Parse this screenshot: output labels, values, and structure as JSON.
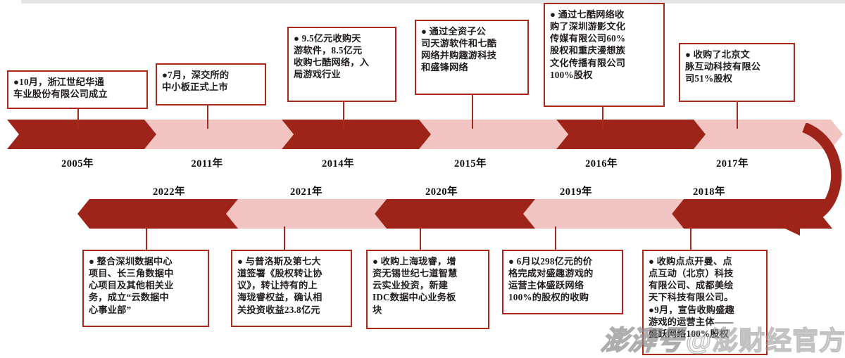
{
  "figure": {
    "type": "timeline",
    "title": "",
    "colors": {
      "dark_red": "#9E2318",
      "light_pink": "#F2C4C2",
      "box_border": "#A92A1C",
      "text": "#201c1c",
      "background": "#ffffff"
    }
  },
  "top_row": {
    "direction": "left-to-right",
    "segments": [
      {
        "year": "2005年",
        "shade": "dark"
      },
      {
        "year": "2011年",
        "shade": "light"
      },
      {
        "year": "2014年",
        "shade": "dark"
      },
      {
        "year": "2015年",
        "shade": "light"
      },
      {
        "year": "2016年",
        "shade": "dark"
      },
      {
        "year": "2017年",
        "shade": "light"
      }
    ],
    "events": [
      {
        "year": "2005年",
        "lines": [
          "●10月，浙江世纪华通",
          "车业股份有限公司成立"
        ]
      },
      {
        "year": "2011年",
        "lines": [
          "●7月，深交所的",
          "中小板正式上市"
        ]
      },
      {
        "year": "2014年",
        "lines": [
          "● 9.5亿元收购天",
          "游软件，8.5亿元",
          "收购七酷网络，入",
          "局游戏行业"
        ]
      },
      {
        "year": "2015年",
        "lines": [
          "● 通过全资子公",
          "司天游软件和七酷",
          "网络并购趣游科技",
          "和盛锋网络"
        ]
      },
      {
        "year": "2016年",
        "lines": [
          "● 通过七酷网络收",
          "购了深圳游影文化",
          "传媒有限公司60%",
          "股权和重庆漫想族",
          "文化传播有限公司",
          "100%股权"
        ]
      },
      {
        "year": "2017年",
        "lines": [
          "● 收购了北京文",
          "脉互动科技有限公",
          "司51%股权"
        ]
      }
    ]
  },
  "bottom_row": {
    "direction": "right-to-left",
    "segments": [
      {
        "year": "2022年",
        "shade": "dark"
      },
      {
        "year": "2021年",
        "shade": "light"
      },
      {
        "year": "2020年",
        "shade": "dark"
      },
      {
        "year": "2019年",
        "shade": "light"
      },
      {
        "year": "2018年",
        "shade": "dark"
      }
    ],
    "events": [
      {
        "year": "2022年",
        "lines": [
          "● 整合深圳数据中心",
          "项目、长三角数据中",
          "心项目及其他相关业",
          "务，成立“云数据中",
          "心事业部”"
        ]
      },
      {
        "year": "2021年",
        "lines": [
          "● 与普洛斯及第七大",
          "道签署《股权转让协",
          "议》，转让持有的上",
          "海珑睿权益，确认相",
          "关投资收益23.8亿元"
        ]
      },
      {
        "year": "2020年",
        "lines": [
          "● 收购上海珑睿，增",
          "资无锡世纪七道智慧",
          "云实业投资，新建",
          "IDC数据中心业务板",
          "块"
        ]
      },
      {
        "year": "2019年",
        "lines": [
          "● 6月以298亿元的价",
          "格完成对盛趣游戏的",
          "运营主体盛跃网络",
          "100%的股权的收购"
        ]
      },
      {
        "year": "2018年",
        "lines": [
          "● 收购点点开曼、点",
          "点互动（北京）科技",
          "有限公司、成都美绘",
          "天下科技有限公司。",
          "●9月，宣告收购盛趣",
          "游戏的运营主体——",
          "盛跃网络100%股权"
        ]
      }
    ]
  },
  "watermark": {
    "logo": "澎湃号",
    "handle": "@澎财经官方"
  }
}
